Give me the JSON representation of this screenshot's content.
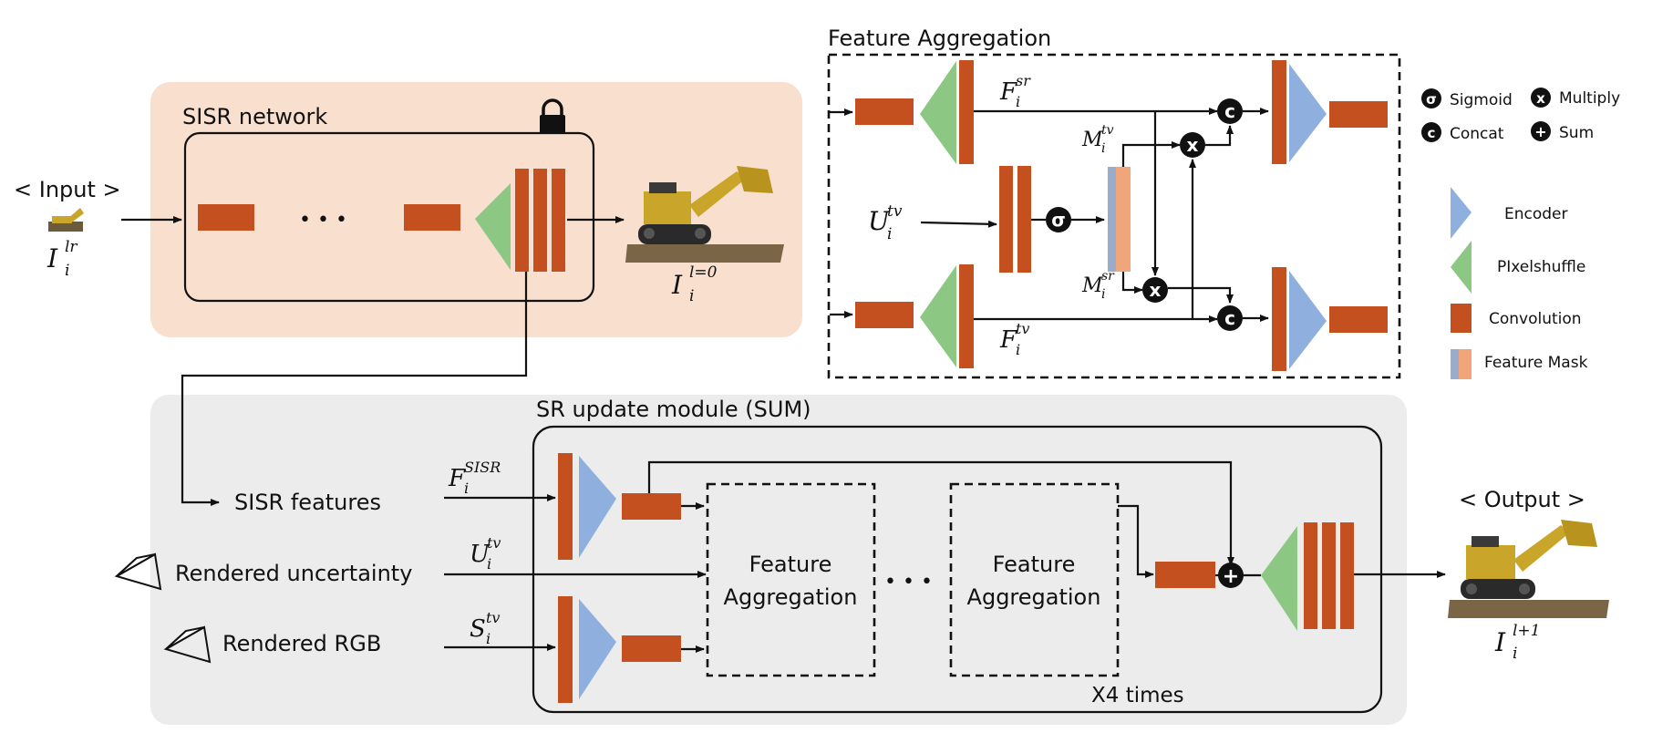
{
  "input": {
    "title": "< Input >",
    "label_base": "I",
    "label_sub": "i",
    "label_sup": "lr"
  },
  "output": {
    "title": "< Output >",
    "label_base": "I",
    "label_sub": "i",
    "label_sup": "l+1"
  },
  "sisr": {
    "title": "SISR network",
    "ellipsis": "• • •",
    "out_base": "I",
    "out_sub": "i",
    "out_sup": "l=0"
  },
  "sum_module": {
    "title": "SR update module (SUM)",
    "fa_label_1": "Feature",
    "fa_label_2": "Aggregation",
    "ellipsis": "• • •",
    "repeat": "X4 times"
  },
  "inputs_left": {
    "sisr_features": "SISR features",
    "rendered_uncertainty": "Rendered uncertainty",
    "rendered_rgb": "Rendered RGB"
  },
  "symbols": {
    "F_sisr": {
      "base": "F",
      "sub": "i",
      "sup": "SISR"
    },
    "U_tv": {
      "base": "U",
      "sub": "i",
      "sup": "tv"
    },
    "S_tv": {
      "base": "S",
      "sub": "i",
      "sup": "tv"
    },
    "F_sr": {
      "base": "F",
      "sub": "i",
      "sup": "sr"
    },
    "F_tv": {
      "base": "F",
      "sub": "i",
      "sup": "tv"
    },
    "M_tv": {
      "base": "M",
      "sub": "i",
      "sup": "tv"
    },
    "M_sr": {
      "base": "M",
      "sub": "i",
      "sup": "sr"
    }
  },
  "feature_aggregation": {
    "title": "Feature Aggregation"
  },
  "ops": {
    "sigmoid": "σ",
    "concat": "c",
    "multiply": "x",
    "sum": "+"
  },
  "legend": {
    "sigmoid": "Sigmoid",
    "multiply": "Multiply",
    "concat": "Concat",
    "sum": "Sum",
    "encoder": "Encoder",
    "pixelshuffle": "PIxelshuffle",
    "convolution": "Convolution",
    "feature_mask": "Feature Mask"
  },
  "colors": {
    "convolution": "#c4501f",
    "encoder": "#8fb0de",
    "pixelshuffle": "#8cc783",
    "sisr_panel": "#f8dfce",
    "sum_panel": "#ececec",
    "mask_blue": "#9aaccc",
    "mask_orange": "#f0a57a"
  }
}
